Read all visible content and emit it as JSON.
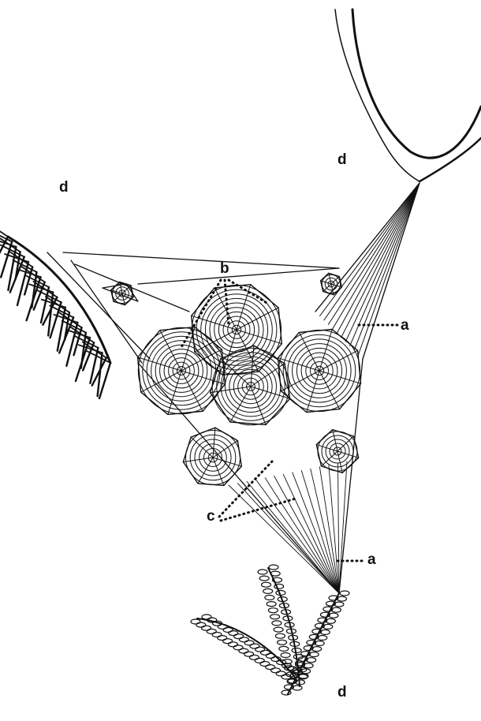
{
  "labels": {
    "d_top_right": "d",
    "d_left": "d",
    "d_bottom": "d",
    "b": "b",
    "a_upper": "a",
    "a_lower": "a",
    "c": "c"
  },
  "colors": {
    "ink": "#111111",
    "background": "#ffffff"
  }
}
